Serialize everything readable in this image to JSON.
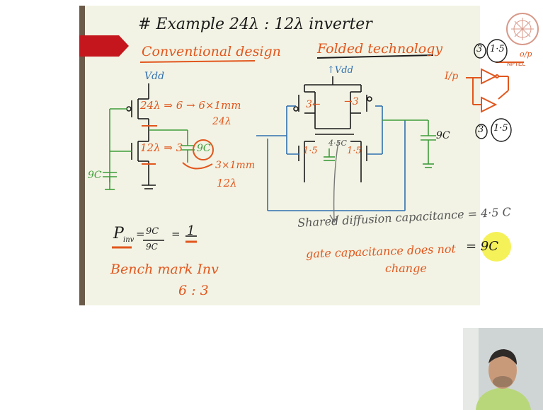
{
  "slide": {
    "title": "# Example  24λ : 12λ inverter",
    "left": {
      "heading": "Conventional design",
      "vdd": "Vdd",
      "pmos_size": "24λ ⇒ 6 → 6×1mm",
      "pmos_sub": "24λ",
      "nmos_size": "12λ ⇒ 3",
      "load_cap": "9C",
      "nmos_note": "3×1mm",
      "nmos_sub": "12λ",
      "input_cap": "9C"
    },
    "right": {
      "heading": "Folded technology",
      "vdd": "↑Vdd",
      "p_left": "3←",
      "p_right": "→3",
      "n_left": "1·5",
      "n_mid": "4·5C",
      "n_right": "1·5",
      "load_cap": "9C"
    },
    "corner": {
      "io": "I/p",
      "op": "o/p",
      "top_a": "3",
      "top_b": "1·5",
      "bot_a": "3",
      "bot_b": "1·5"
    },
    "formula": {
      "lhs": "P",
      "lhs_sub": "inv",
      "eq1": "=",
      "num": "9C",
      "den": "9C",
      "eq2": "=",
      "result": "1"
    },
    "benchmark": "Bench mark Inv",
    "ratio": "6 : 3",
    "shared_diffusion": "Shared diffusion capacitance  =  4·5 C",
    "gate_cap_line1": "gate capacitance does not",
    "gate_cap_eq": "=  9C",
    "gate_cap_line2": "change",
    "logo_text": "NPTEL"
  },
  "colors": {
    "ink_black": "#1b1b1b",
    "ink_red": "#e2561d",
    "ink_green": "#3d9c3a",
    "ink_blue": "#2f6fb0",
    "slide_bg": "#f2f3e4",
    "bookmark": "#c4161c",
    "highlight": "#f4f046"
  },
  "icons": {
    "logo": "nptel-logo-icon",
    "webcam": "presenter-webcam"
  }
}
